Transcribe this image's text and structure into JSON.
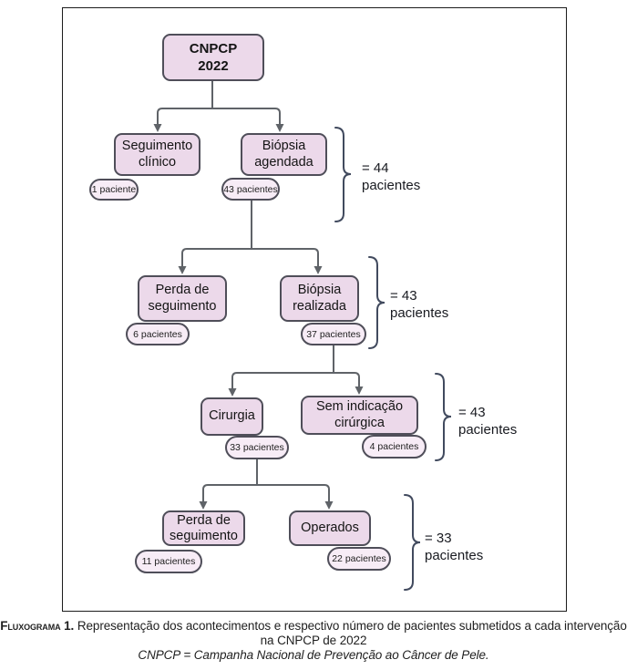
{
  "colors": {
    "box_fill": "#ecd9ea",
    "pill_fill": "#f7ecf6",
    "node_border": "#4f4e59",
    "connector": "#5f6368",
    "brace": "#414a5e",
    "frame": "#1c1c1c"
  },
  "flowchart": {
    "root": {
      "line1": "CNPCP",
      "line2": "2022"
    },
    "levels": [
      {
        "nodes": [
          {
            "label": "Seguimento clínico",
            "count": "1 paciente"
          },
          {
            "label": "Biópsia agendada",
            "count": "43 pacientes"
          }
        ],
        "total": {
          "eq": "= 44",
          "unit": "pacientes"
        }
      },
      {
        "nodes": [
          {
            "label": "Perda de seguimento",
            "count": "6 pacientes"
          },
          {
            "label": "Biópsia realizada",
            "count": "37 pacientes"
          }
        ],
        "total": {
          "eq": "= 43",
          "unit": "pacientes"
        }
      },
      {
        "nodes": [
          {
            "label": "Cirurgia",
            "count": "33 pacientes"
          },
          {
            "label": "Sem indicação cirúrgica",
            "count": "4 pacientes"
          }
        ],
        "total": {
          "eq": "= 43",
          "unit": "pacientes"
        }
      },
      {
        "nodes": [
          {
            "label": "Perda de seguimento",
            "count": "11 pacientes"
          },
          {
            "label": "Operados",
            "count": "22 pacientes"
          }
        ],
        "total": {
          "eq": "= 33",
          "unit": "pacientes"
        }
      }
    ]
  },
  "caption": {
    "label": "Fluxograma 1.",
    "text": "Representação dos acontecimentos e respectivo número de pacientes submetidos a cada intervenção na CNPCP de 2022",
    "note": "CNPCP = Campanha Nacional de Prevenção ao Câncer de Pele."
  }
}
